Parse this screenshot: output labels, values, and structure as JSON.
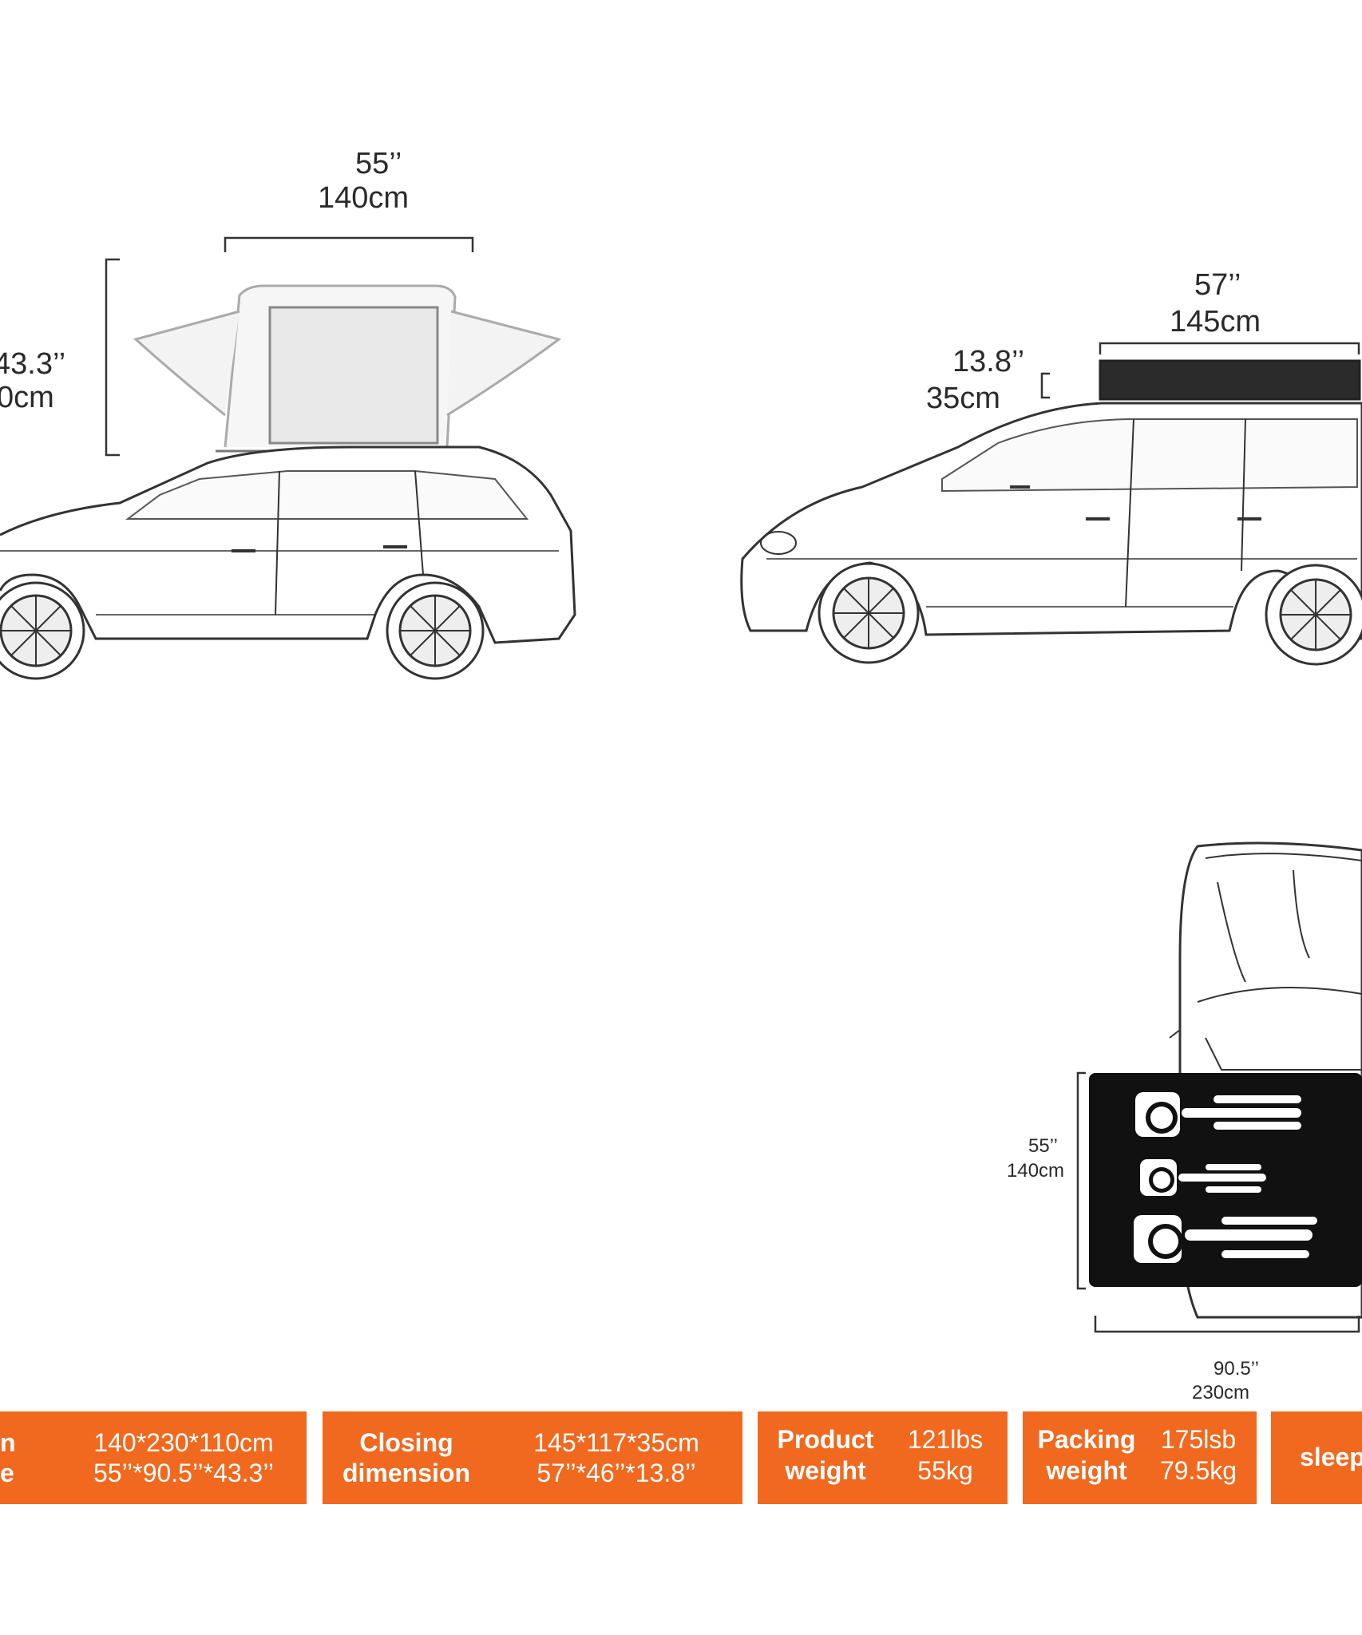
{
  "side_view_open": {
    "top_inch": "55’’",
    "top_cm": "140cm",
    "height_inch": "43.3’’",
    "height_cm": "0cm"
  },
  "side_view_closed": {
    "length_inch": "57’’",
    "length_cm": "145cm",
    "height_inch": "13.8’’",
    "height_cm": "35cm"
  },
  "top_view": {
    "width_inch": "55’’",
    "width_cm": "140cm",
    "length_inch": "90.5’’",
    "length_cm": "230cm"
  },
  "specs": [
    {
      "label_line1": "n",
      "label_line2": "e",
      "value_line1": "140*230*110cm",
      "value_line2": "55’’*90.5’’*43.3’’"
    },
    {
      "label_line1": "Closing",
      "label_line2": "dimension",
      "value_line1": "145*117*35cm",
      "value_line2": "57’’*46’’*13.8’’"
    },
    {
      "label_line1": "Product",
      "label_line2": "weight",
      "value_line1": "121lbs",
      "value_line2": "55kg"
    },
    {
      "label_line1": "Packing",
      "label_line2": "weight",
      "value_line1": "175lsb",
      "value_line2": "79.5kg"
    },
    {
      "label_line1": "sleep",
      "label_line2": "",
      "value_line1": "",
      "value_line2": ""
    }
  ],
  "colors": {
    "accent": "#f0691f",
    "mat": "#111111",
    "line": "#333333"
  }
}
